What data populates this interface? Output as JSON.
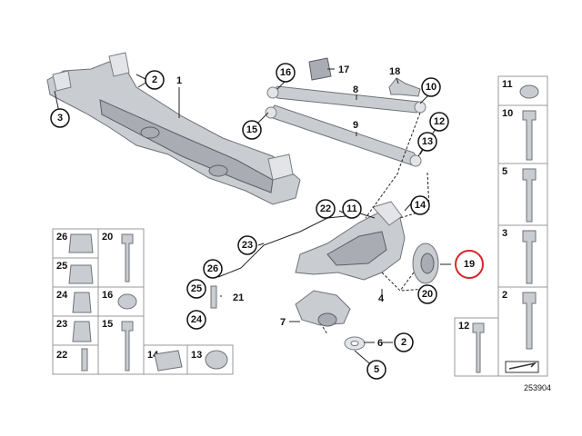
{
  "callouts": {
    "c1": "1",
    "c2a": "2",
    "c3": "3",
    "c16": "16",
    "c17": "17",
    "c18": "18",
    "c8": "8",
    "c10": "10",
    "c15": "15",
    "c9": "9",
    "c12": "12",
    "c13": "13",
    "c14": "14",
    "c22": "22",
    "c11": "11",
    "c23": "23",
    "c19": "19",
    "c26": "26",
    "c25": "25",
    "c21": "21",
    "c24": "24",
    "c4": "4",
    "c20": "20",
    "c7": "7",
    "c6": "6",
    "c2b": "2",
    "c5": "5"
  },
  "left_table": {
    "rows": [
      [
        "26",
        "20"
      ],
      [
        "25",
        ""
      ],
      [
        "24",
        "16"
      ],
      [
        "23",
        "15"
      ],
      [
        "22",
        "14",
        "13"
      ]
    ]
  },
  "right_table": {
    "items": [
      "11",
      "10",
      "5",
      "3",
      "2"
    ],
    "bottom_left": "12"
  },
  "figure_number": "253904",
  "colors": {
    "highlight": "#d9262c",
    "part": "#c9ccd0",
    "line": "#222222"
  }
}
